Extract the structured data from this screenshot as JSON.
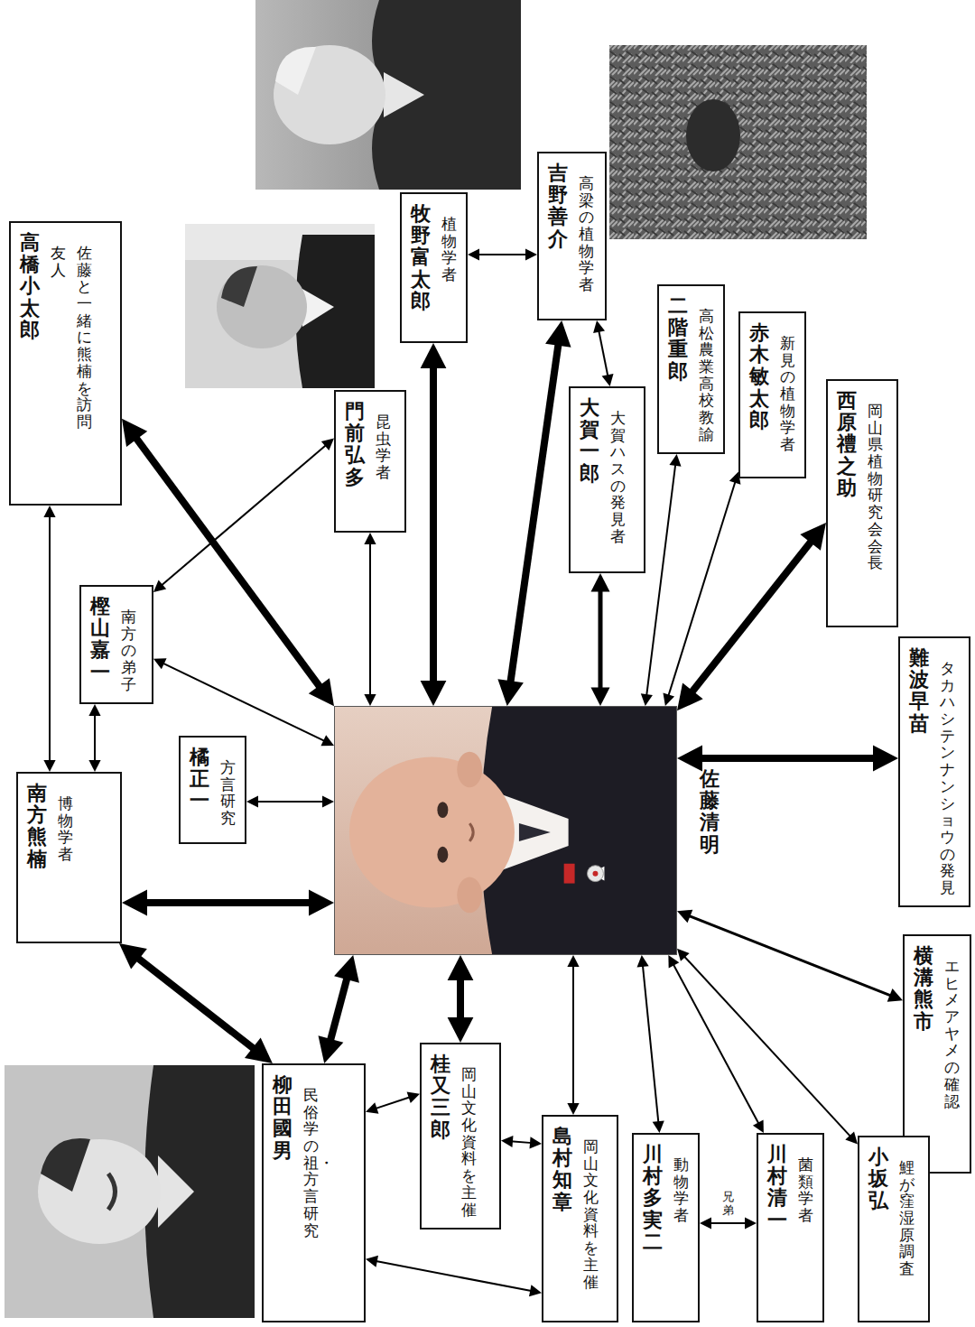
{
  "diagram": {
    "nodes": [
      {
        "text": [
          "高橋小太郎",
          "友人",
          "佐藤と一緒に熊楠を訪問"
        ]
      },
      {
        "text": [
          "門前弘多",
          "昆虫学者"
        ]
      },
      {
        "text": [
          "牧野富太郎",
          "植物学者"
        ]
      },
      {
        "text": [
          "吉野善介",
          "高梁の植物学者"
        ]
      },
      {
        "text": [
          "大賀一郎",
          "大賀ハスの発見者"
        ]
      },
      {
        "text": [
          "二階重郎",
          "高松農業高校教諭"
        ]
      },
      {
        "text": [
          "赤木敏太郎",
          "新見の植物学者"
        ]
      },
      {
        "text": [
          "西原禮之助",
          "岡山県植物研究会会長"
        ]
      },
      {
        "text": [
          "樫山嘉一",
          "南方の弟子"
        ]
      },
      {
        "text": [
          "南方熊楠",
          "博物学者"
        ]
      },
      {
        "text": [
          "橘正一",
          "方言研究"
        ]
      },
      {
        "text": [
          "佐藤清明"
        ]
      },
      {
        "text": [
          "難波早苗",
          "タカハシテンナンショウの発見"
        ]
      },
      {
        "text": [
          "横溝熊市",
          "エヒメアヤメの確認"
        ]
      },
      {
        "text": [
          "柳田國男",
          "民俗学の祖・方言研究"
        ]
      },
      {
        "text": [
          "桂又三郎",
          "岡山文化資料を主催"
        ]
      },
      {
        "text": [
          "島村知章",
          "岡山文化資料を主催"
        ]
      },
      {
        "text": [
          "川村多実二",
          "動物学者"
        ]
      },
      {
        "text": [
          "川村清一",
          "菌類学者"
        ]
      },
      {
        "text": [
          "小坂弘",
          "鯉が窪湿原調査"
        ]
      }
    ],
    "edges": [
      {
        "from": 0,
        "to": 11,
        "arrow": "both"
      },
      {
        "from": 0,
        "to": 9,
        "arrow": "both"
      },
      {
        "from": 1,
        "to": 11,
        "arrow": "both"
      },
      {
        "from": 1,
        "to": 8,
        "arrow": "both"
      },
      {
        "from": 2,
        "to": 11,
        "arrow": "both"
      },
      {
        "from": 2,
        "to": 3,
        "arrow": "both"
      },
      {
        "from": 3,
        "to": 11,
        "arrow": "both"
      },
      {
        "from": 3,
        "to": 4,
        "arrow": "both"
      },
      {
        "from": 4,
        "to": 11,
        "arrow": "both"
      },
      {
        "from": 5,
        "to": 11,
        "arrow": "both"
      },
      {
        "from": 6,
        "to": 11,
        "arrow": "both"
      },
      {
        "from": 7,
        "to": 11,
        "arrow": "both"
      },
      {
        "from": 12,
        "to": 11,
        "arrow": "both"
      },
      {
        "from": 13,
        "to": 11,
        "arrow": "both"
      },
      {
        "from": 19,
        "to": 11,
        "arrow": "both"
      },
      {
        "from": 18,
        "to": 11,
        "arrow": "both"
      },
      {
        "from": 17,
        "to": 11,
        "arrow": "both"
      },
      {
        "from": 17,
        "to": 18,
        "label": "兄弟",
        "arrow": "both"
      },
      {
        "from": 16,
        "to": 11,
        "arrow": "both"
      },
      {
        "from": 15,
        "to": 11,
        "arrow": "both"
      },
      {
        "from": 15,
        "to": 16,
        "arrow": "both"
      },
      {
        "from": 14,
        "to": 11,
        "arrow": "both"
      },
      {
        "from": 14,
        "to": 15,
        "arrow": "both"
      },
      {
        "from": 14,
        "to": 16,
        "arrow": "both"
      },
      {
        "from": 9,
        "to": 11,
        "arrow": "both"
      },
      {
        "from": 10,
        "to": 11,
        "arrow": "both"
      },
      {
        "from": 9,
        "to": 14,
        "arrow": "both"
      },
      {
        "from": 9,
        "to": 8,
        "arrow": "both"
      },
      {
        "from": 8,
        "to": 11,
        "arrow": "both"
      }
    ]
  }
}
